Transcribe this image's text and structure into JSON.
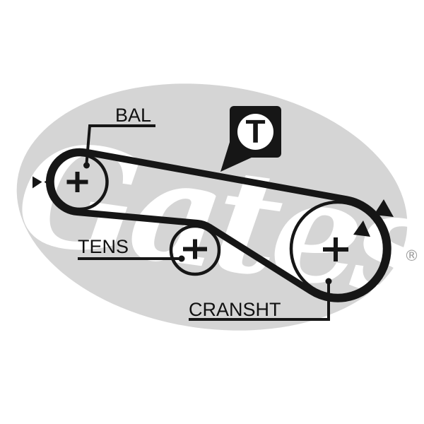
{
  "diagram": {
    "type": "timing-belt-routing",
    "labels": {
      "balance": "BAL",
      "tensioner": "TENS",
      "crankshaft": "CRANSHT"
    },
    "tension_marker": {
      "letter": "T",
      "icon": "tension-point-marker-icon"
    },
    "watermark": {
      "brand": "Gates",
      "registered": "®"
    },
    "pulleys": [
      {
        "id": "balance",
        "label": "BAL"
      },
      {
        "id": "tensioner",
        "label": "TENS"
      },
      {
        "id": "crankshaft",
        "label": "CRANSHT"
      }
    ],
    "arrows": [
      {
        "icon": "belt-direction-arrow-icon",
        "position": "left-of-balance-pulley-outer"
      },
      {
        "icon": "belt-direction-arrow-icon",
        "position": "left-of-balance-pulley-on-belt"
      },
      {
        "icon": "belt-direction-arrow-icon",
        "position": "top-right-of-crankshaft-outer"
      },
      {
        "icon": "belt-direction-arrow-icon",
        "position": "top-right-of-crankshaft-on-belt"
      }
    ],
    "colors": {
      "line": "#161616",
      "background": "#ffffff",
      "watermark_ellipse": "#d5d5d5",
      "watermark_script": "#ffffff",
      "registered_gray": "#9e9e9e"
    }
  }
}
